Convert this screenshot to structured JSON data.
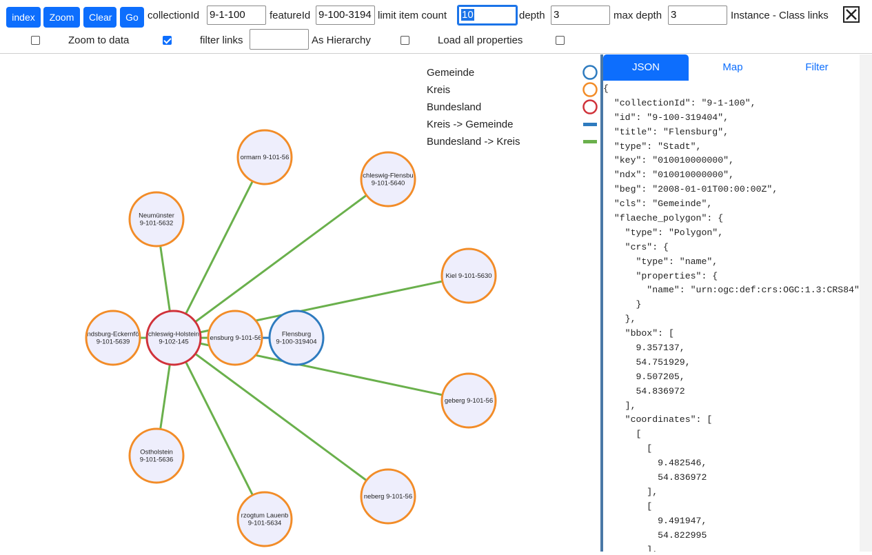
{
  "toolbar": {
    "buttons": {
      "index": "index",
      "zoom": "Zoom",
      "clear": "Clear",
      "go": "Go"
    },
    "collection_id": {
      "label": "collectionId",
      "value": "9-1-100"
    },
    "feature_id": {
      "label": "featureId",
      "value": "9-100-3194"
    },
    "limit": {
      "label": "limit item count",
      "value": "10"
    },
    "depth": {
      "label": "depth",
      "value": "3"
    },
    "max_depth": {
      "label": "max depth",
      "value": "3"
    },
    "instance_class_links": "Instance - Class links",
    "zoom_to_data": {
      "label": "Zoom to data",
      "checked": true
    },
    "filter_links": {
      "label": "filter links",
      "value": ""
    },
    "as_hierarchy": {
      "label": "As Hierarchy",
      "checked": false
    },
    "load_all_properties": {
      "label": "Load all properties",
      "checked": false
    },
    "unlabeled_checkbox_checked": false
  },
  "colors": {
    "gemeinde": "#2e7bbf",
    "kreis": "#f28c28",
    "bundesland": "#d0323a",
    "kreis_gemeinde_link": "#2e7bbf",
    "bundesland_kreis_link": "#6ab04c",
    "node_fill": "#eeeefc",
    "accent": "#0d6efd"
  },
  "legend": [
    {
      "label": "Gemeinde",
      "kind": "circle",
      "color": "#2e7bbf"
    },
    {
      "label": "Kreis",
      "kind": "circle",
      "color": "#f28c28"
    },
    {
      "label": "Bundesland",
      "kind": "circle",
      "color": "#d0323a"
    },
    {
      "label": "Kreis -> Gemeinde",
      "kind": "bar",
      "color": "#2e7bbf"
    },
    {
      "label": "Bundesland -> Kreis",
      "kind": "bar",
      "color": "#6ab04c"
    }
  ],
  "graph": {
    "nodes": [
      {
        "id": "sh",
        "lines": [
          "chleswig-Holstein",
          "9-102-145"
        ],
        "type": "bundesland"
      },
      {
        "id": "fl",
        "lines": [
          "Flensburg",
          "9-100-319404"
        ],
        "type": "gemeinde"
      },
      {
        "id": "fk",
        "lines": [
          "lensburg 9-101-56"
        ],
        "type": "kreis"
      },
      {
        "id": "st",
        "lines": [
          "ormarn 9-101-56"
        ],
        "type": "kreis"
      },
      {
        "id": "sf",
        "lines": [
          "chleswig-Flensbu",
          "9-101-5640"
        ],
        "type": "kreis"
      },
      {
        "id": "nm",
        "lines": [
          "Neumünster",
          "9-101-5632"
        ],
        "type": "kreis"
      },
      {
        "id": "ki",
        "lines": [
          "Kiel 9-101-5630"
        ],
        "type": "kreis"
      },
      {
        "id": "re",
        "lines": [
          "ndsburg-Eckernfö",
          "9-101-5639"
        ],
        "type": "kreis"
      },
      {
        "id": "se",
        "lines": [
          "geberg 9-101-56"
        ],
        "type": "kreis"
      },
      {
        "id": "oh",
        "lines": [
          "Ostholstein",
          "9-101-5636"
        ],
        "type": "kreis"
      },
      {
        "id": "pi",
        "lines": [
          "neberg 9-101-56"
        ],
        "type": "kreis"
      },
      {
        "id": "hl",
        "lines": [
          "rzogtum Lauenb",
          "9-101-5634"
        ],
        "type": "kreis"
      }
    ],
    "links": [
      {
        "source": "sh",
        "target": "st",
        "type": "bundesland_kreis"
      },
      {
        "source": "sh",
        "target": "sf",
        "type": "bundesland_kreis"
      },
      {
        "source": "sh",
        "target": "nm",
        "type": "bundesland_kreis"
      },
      {
        "source": "sh",
        "target": "ki",
        "type": "bundesland_kreis"
      },
      {
        "source": "sh",
        "target": "re",
        "type": "bundesland_kreis"
      },
      {
        "source": "sh",
        "target": "se",
        "type": "bundesland_kreis"
      },
      {
        "source": "sh",
        "target": "oh",
        "type": "bundesland_kreis"
      },
      {
        "source": "sh",
        "target": "pi",
        "type": "bundesland_kreis"
      },
      {
        "source": "sh",
        "target": "hl",
        "type": "bundesland_kreis"
      },
      {
        "source": "sh",
        "target": "fk",
        "type": "bundesland_kreis"
      },
      {
        "source": "fk",
        "target": "fl",
        "type": "kreis_gemeinde"
      }
    ]
  },
  "panel": {
    "tabs": [
      {
        "label": "JSON",
        "active": true
      },
      {
        "label": "Map",
        "active": false
      },
      {
        "label": "Filter",
        "active": false
      }
    ],
    "json_lines": [
      "{",
      "  \"collectionId\": \"9-1-100\",",
      "  \"id\": \"9-100-319404\",",
      "  \"title\": \"Flensburg\",",
      "  \"type\": \"Stadt\",",
      "  \"key\": \"010010000000\",",
      "  \"ndx\": \"010010000000\",",
      "  \"beg\": \"2008-01-01T00:00:00Z\",",
      "  \"cls\": \"Gemeinde\",",
      "  \"flaeche_polygon\": {",
      "    \"type\": \"Polygon\",",
      "    \"crs\": {",
      "      \"type\": \"name\",",
      "      \"properties\": {",
      "        \"name\": \"urn:ogc:def:crs:OGC:1.3:CRS84\"",
      "      }",
      "    },",
      "    \"bbox\": [",
      "      9.357137,",
      "      54.751929,",
      "      9.507205,",
      "      54.836972",
      "    ],",
      "    \"coordinates\": [",
      "      [",
      "        [",
      "          9.482546,",
      "          54.836972",
      "        ],",
      "        [",
      "          9.491947,",
      "          54.822995",
      "        ],"
    ]
  }
}
